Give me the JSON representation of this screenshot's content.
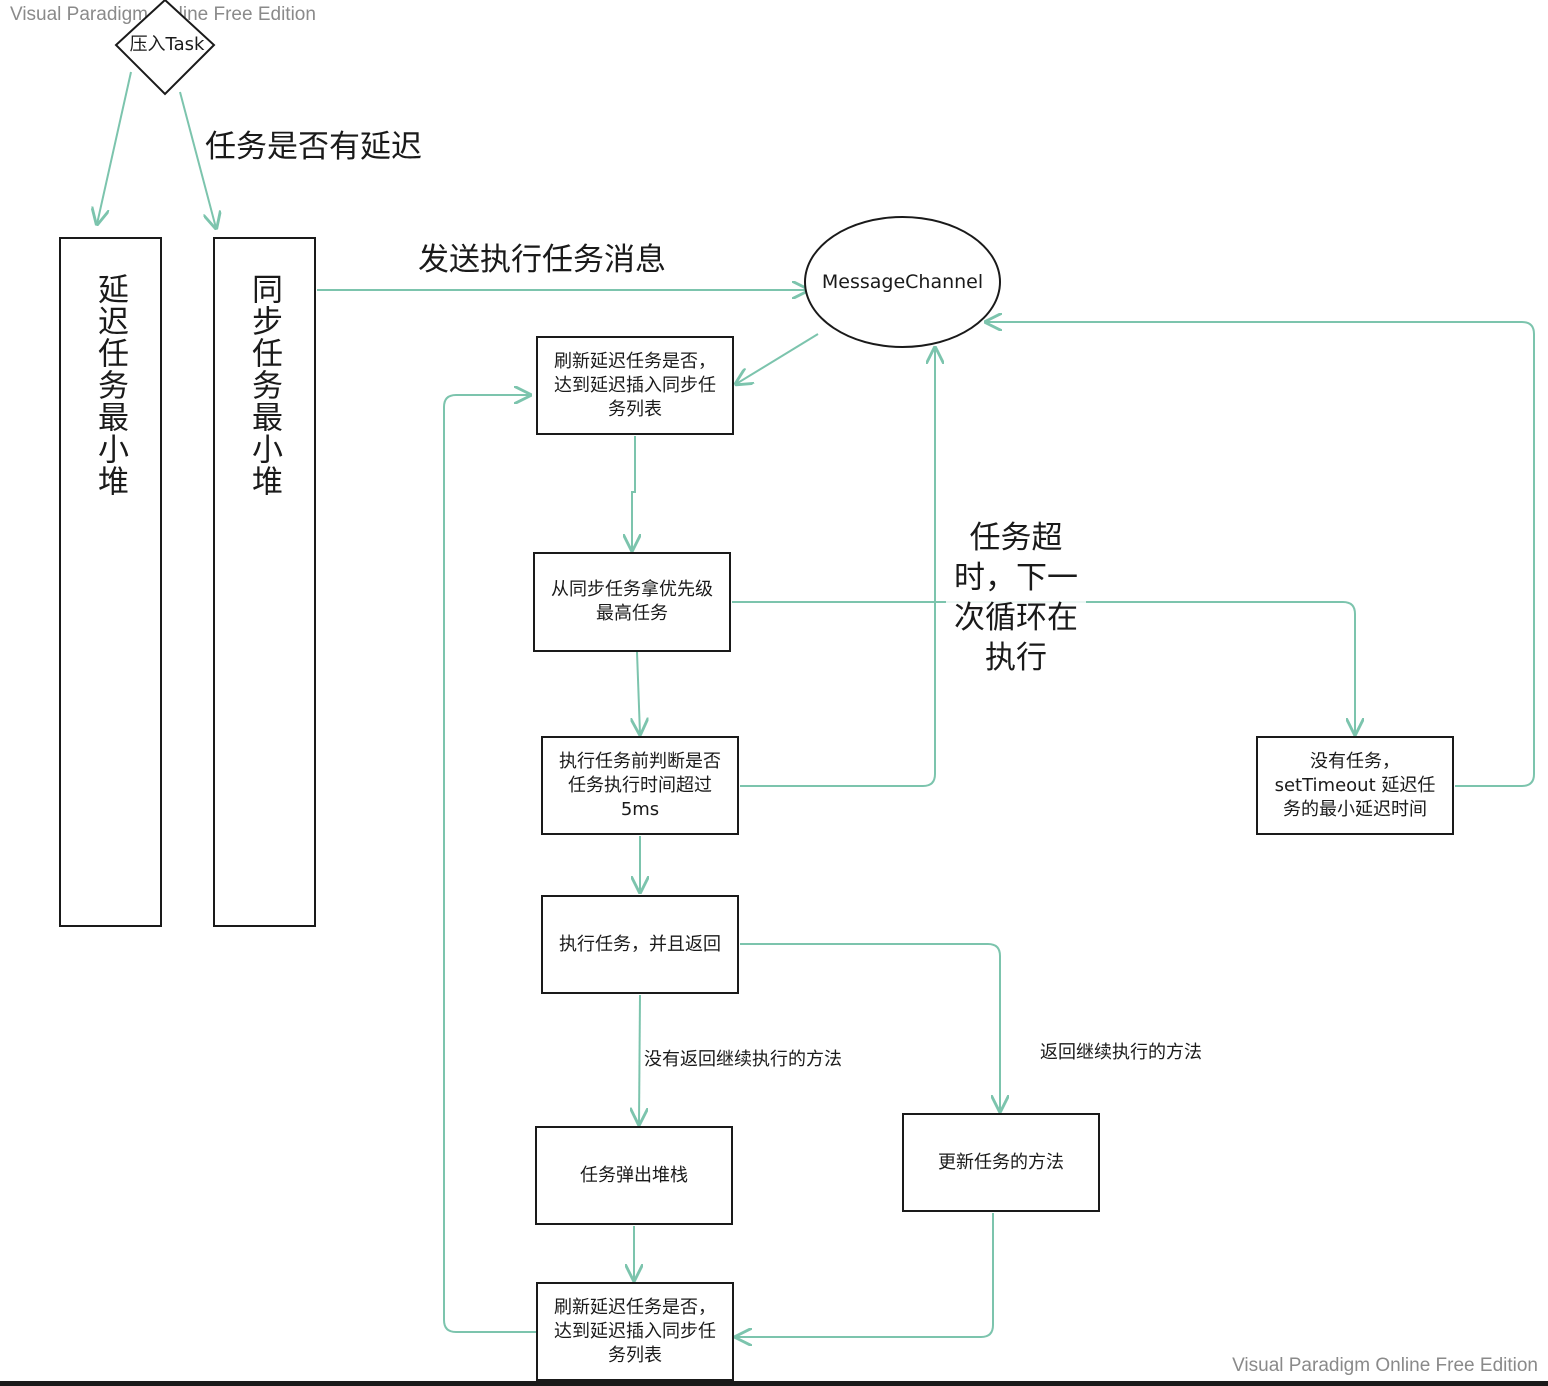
{
  "header": {
    "watermark_top": "Visual Paradigm Online Free Edition",
    "watermark_bottom": "Visual Paradigm Online Free Edition"
  },
  "decision": {
    "label": "压入Task"
  },
  "labels": {
    "has_delay": "任务是否有延迟",
    "send_message": "发送执行任务消息",
    "timeout_next_loop": "任务超时，下一次循环在执行",
    "no_return_method": "没有返回继续执行的方法",
    "return_method": "返回继续执行的方法"
  },
  "heaps": {
    "delay_heap": "延迟任务最小堆",
    "sync_heap": "同步任务最小堆"
  },
  "nodes": {
    "message_channel": "MessageChannel",
    "refresh_top": "刷新延迟任务是否，达到延迟插入同步任务列表",
    "take_highest": "从同步任务拿优先级最高任务",
    "check_timeout": "执行任务前判断是否任务执行时间超过5ms",
    "execute_task": "执行任务，并且返回",
    "pop_stack": "任务弹出堆栈",
    "update_method": "更新任务的方法",
    "refresh_bottom": "刷新延迟任务是否，达到延迟插入同步任务列表",
    "no_task": "没有任务，setTimeout 延迟任务的最小延迟时间"
  },
  "style": {
    "edge_color": "#7cc4ad",
    "border_color": "#1a1a1a",
    "watermark_color": "#8a8a8a"
  }
}
